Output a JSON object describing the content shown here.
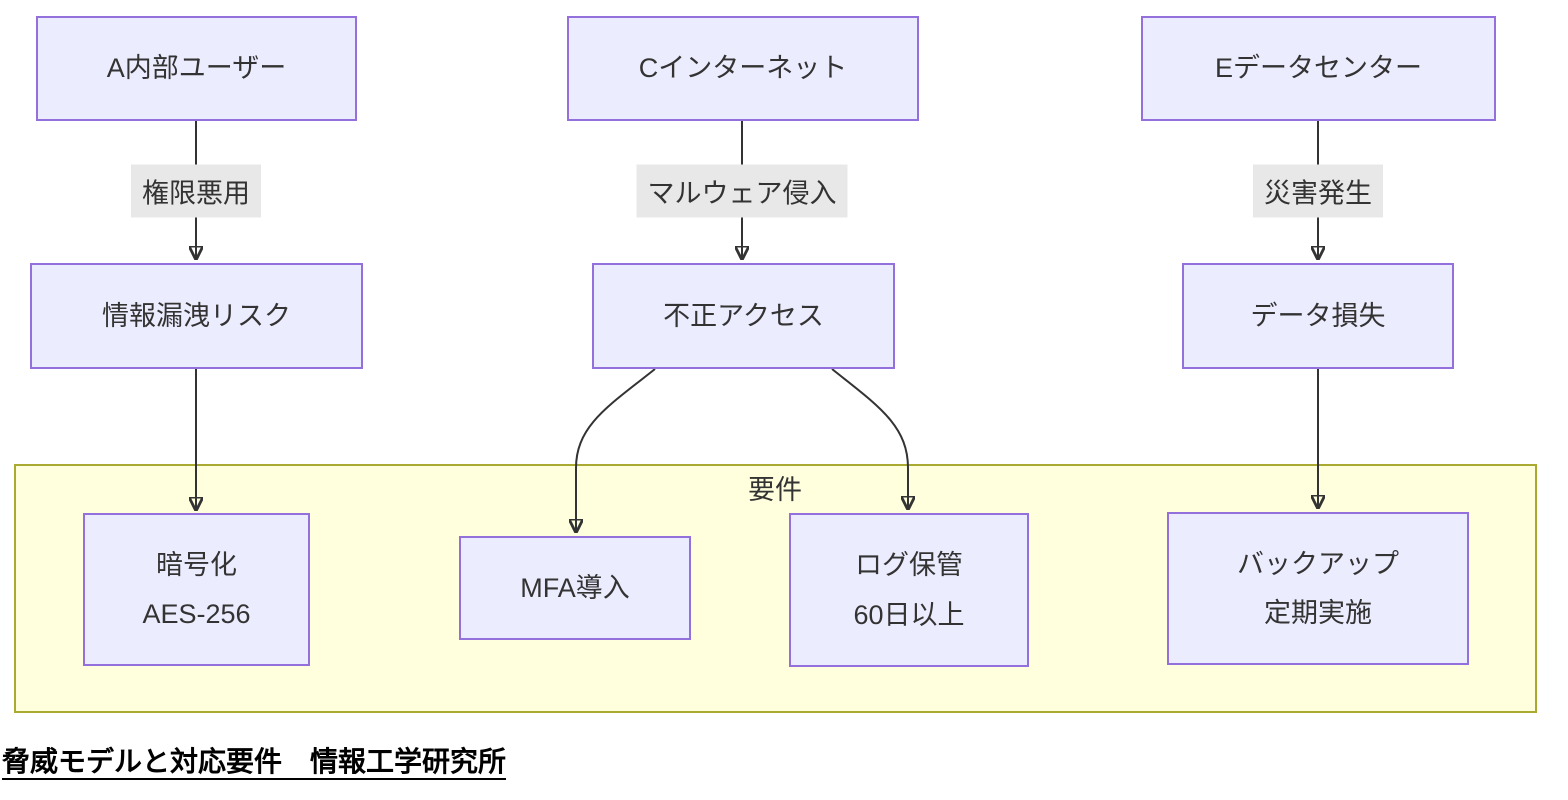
{
  "title": "脅威モデルと対応要件　情報工学研究所",
  "container": {
    "label": "要件"
  },
  "nodes": {
    "internal_user": {
      "label": "A内部ユーザー"
    },
    "internet": {
      "label": "Cインターネット"
    },
    "datacenter": {
      "label": "Eデータセンター"
    },
    "leak_risk": {
      "label": "情報漏洩リスク"
    },
    "unauthorized_access": {
      "label": "不正アクセス"
    },
    "data_loss": {
      "label": "データ損失"
    },
    "encryption": {
      "line1": "暗号化",
      "line2": "AES-256"
    },
    "mfa": {
      "label": "MFA導入"
    },
    "log_retention": {
      "line1": "ログ保管",
      "line2": "60日以上"
    },
    "backup": {
      "line1": "バックアップ",
      "line2": "定期実施"
    }
  },
  "edge_labels": {
    "privilege_abuse": "権限悪用",
    "malware_intrusion": "マルウェア侵入",
    "disaster": "災害発生"
  },
  "colors": {
    "node_fill": "#ECECFF",
    "node_border": "#9370DB",
    "container_fill": "#FFFFDE",
    "container_border": "#AAAA33",
    "edge_label_bg": "#E8E8E8",
    "arrow": "#333333",
    "node_text": "#333333",
    "title_text": "#000000"
  }
}
